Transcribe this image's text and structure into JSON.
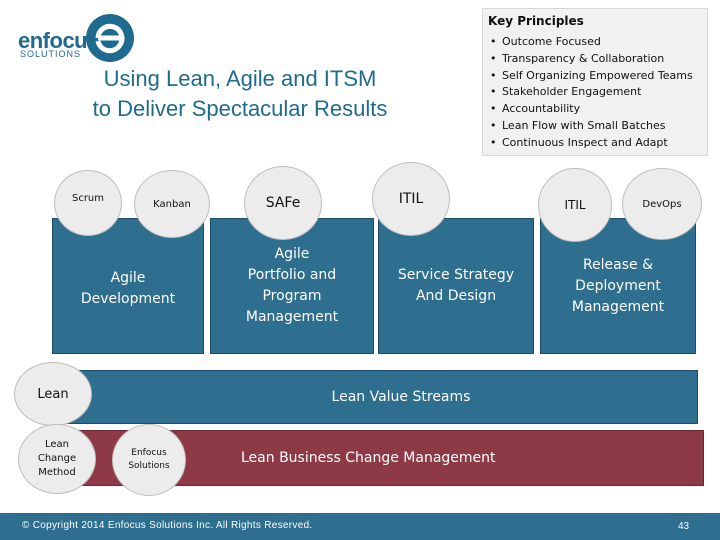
{
  "logo": {
    "name": "enfocus",
    "sub": "SOLUTIONS"
  },
  "title": [
    "Using Lean, Agile and ITSM",
    "to Deliver Spectacular Results"
  ],
  "key_principles": {
    "title": "Key Principles",
    "items": [
      "Outcome Focused",
      "Transparency & Collaboration",
      "Self Organizing Empowered Teams",
      "Stakeholder Engagement",
      "Accountability",
      "Lean Flow with Small Batches",
      "Continuous Inspect and Adapt"
    ]
  },
  "circles": {
    "scrum": "Scrum",
    "kanban": "Kanban",
    "safe": "SAFe",
    "itil_1": "ITIL",
    "itil_2": "ITIL",
    "devops": "DevOps",
    "lean": "Lean",
    "lean_change": [
      "Lean",
      "Change",
      "Method"
    ],
    "enfocus": [
      "Enfocus",
      "Solutions"
    ]
  },
  "boxes": {
    "agile_dev": [
      "Agile",
      "Development"
    ],
    "agile_portfolio": [
      "Agile",
      "Portfolio and",
      "Program",
      "Management"
    ],
    "service_strategy": [
      "Service Strategy",
      "And Design"
    ],
    "release": [
      "Release &",
      "Deployment",
      "Management"
    ]
  },
  "bars": {
    "streams": "Lean Value Streams",
    "business_change": "Lean Business Change Management"
  },
  "footer": {
    "copyright": "© Copyright 2014 Enfocus Solutions Inc. All Rights Reserved.",
    "page": "43"
  },
  "colors": {
    "teal": "#2e6e8e",
    "maroon": "#8d3946",
    "brand": "#1f6a8f"
  }
}
